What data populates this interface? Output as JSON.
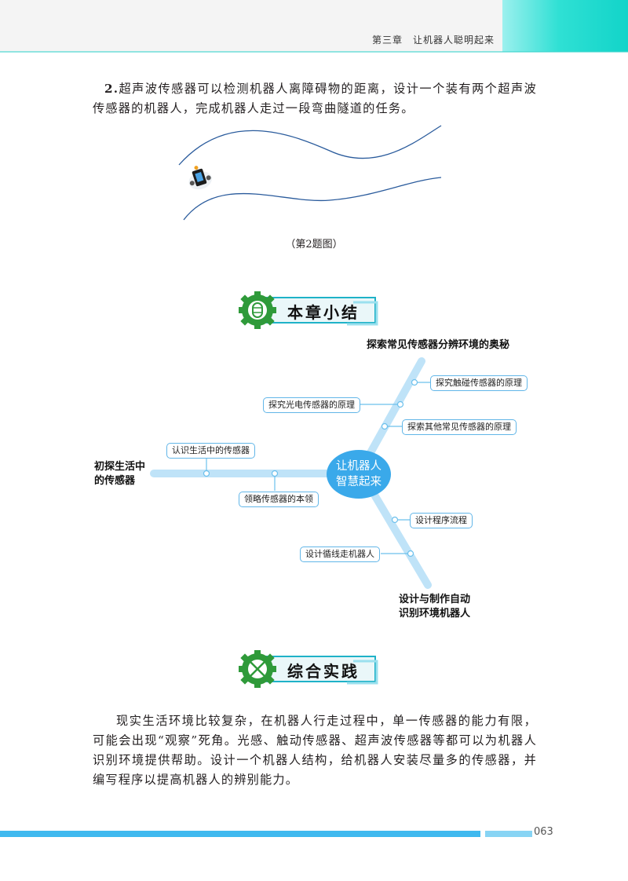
{
  "header": {
    "chapter": "第三章　让机器人聪明起来"
  },
  "exercise": {
    "number": "2.",
    "text": "超声波传感器可以检测机器人离障碍物的距离，设计一个装有两个超声波传感器的机器人，完成机器人走过一段弯曲隧道的任务。",
    "caption": "（第2题图）"
  },
  "summary": {
    "title": "本章小结",
    "center": [
      "让机器人",
      "智慧起来"
    ],
    "branch1": {
      "label": [
        "初探生活中",
        "的传感器"
      ],
      "items": [
        "认识生活中的传感器",
        "领略传感器的本领"
      ]
    },
    "branch2": {
      "label": "探索常见传感器分辨环境的奥秘",
      "items": [
        "探究触碰传感器的原理",
        "探究光电传感器的原理",
        "探索其他常见传感器的原理"
      ]
    },
    "branch3": {
      "label": [
        "设计与制作自动",
        "识别环境机器人"
      ],
      "items": [
        "设计程序流程",
        "设计循线走机器人"
      ]
    }
  },
  "practice": {
    "title": "综合实践",
    "text": "现实生活环境比较复杂，在机器人行走过程中，单一传感器的能力有限，可能会出现“观察”死角。光感、触动传感器、超声波传感器等都可以为机器人识别环境提供帮助。设计一个机器人结构，给机器人安装尽量多的传感器，并编写程序以提高机器人的辨别能力。"
  },
  "colors": {
    "accent": "#3aa9ea",
    "teal": "#2fe0d4",
    "green": "#2f9a3a",
    "tunnel": "#2a5b9c",
    "mindmap_line": "#bfe3f8"
  },
  "page_number": "063"
}
